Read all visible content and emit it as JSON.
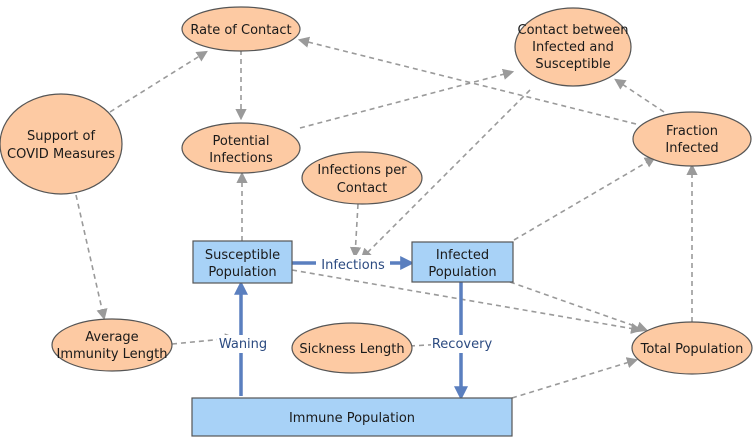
{
  "colors": {
    "variable_fill": "#fdcaa3",
    "stock_fill": "#a8d2f7",
    "flow_stroke": "#5a7fbf",
    "link_stroke": "#9a9a9a",
    "flow_label": "#2b4a80"
  },
  "variables": {
    "rate_of_contact": [
      "Rate of Contact"
    ],
    "contact_infected_susceptible": [
      "Contact between",
      "Infected and",
      "Susceptible"
    ],
    "support_covid": [
      "Support of",
      "COVID Measures"
    ],
    "potential_infections": [
      "Potential",
      "Infections"
    ],
    "infections_per_contact": [
      "Infections per",
      "Contact"
    ],
    "fraction_infected": [
      "Fraction",
      "Infected"
    ],
    "average_immunity": [
      "Average",
      "Immunity Length"
    ],
    "sickness_length": [
      "Sickness Length"
    ],
    "total_population": [
      "Total Population"
    ]
  },
  "stocks": {
    "susceptible": [
      "Susceptible",
      "Population"
    ],
    "infected": [
      "Infected",
      "Population"
    ],
    "immune": [
      "Immune Population"
    ]
  },
  "flows": {
    "infections": "Infections",
    "recovery": "Recovery",
    "waning": "Waning"
  }
}
